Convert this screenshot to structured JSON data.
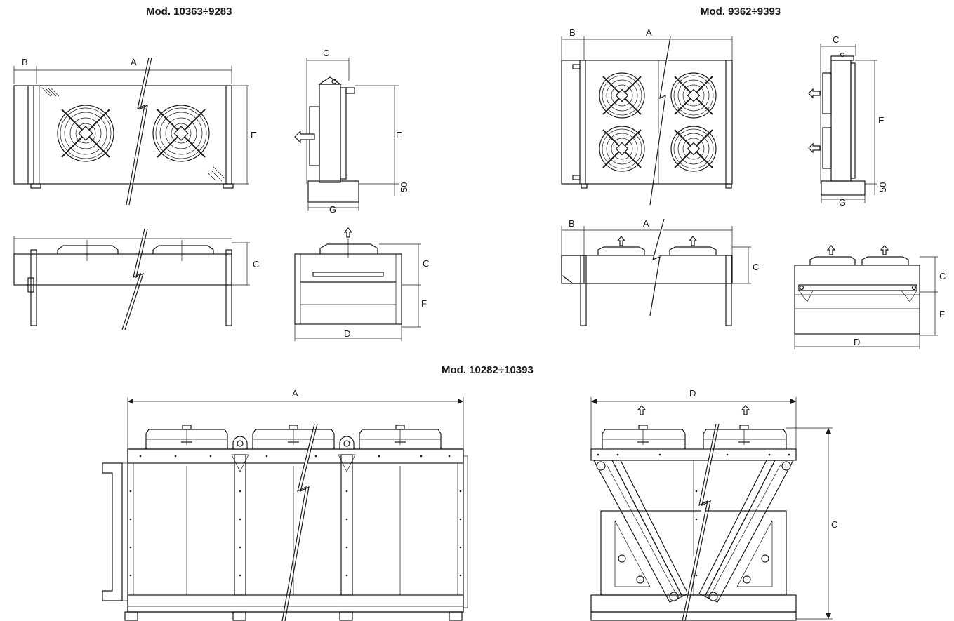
{
  "titles": {
    "top_left": "Mod. 10363÷9283",
    "top_right": "Mod. 9362÷9393",
    "bottom": "Mod. 10282÷10393"
  },
  "dim_labels": {
    "a": "A",
    "b": "B",
    "c": "C",
    "d": "D",
    "e": "E",
    "f": "F",
    "g": "G",
    "h50": "50"
  }
}
